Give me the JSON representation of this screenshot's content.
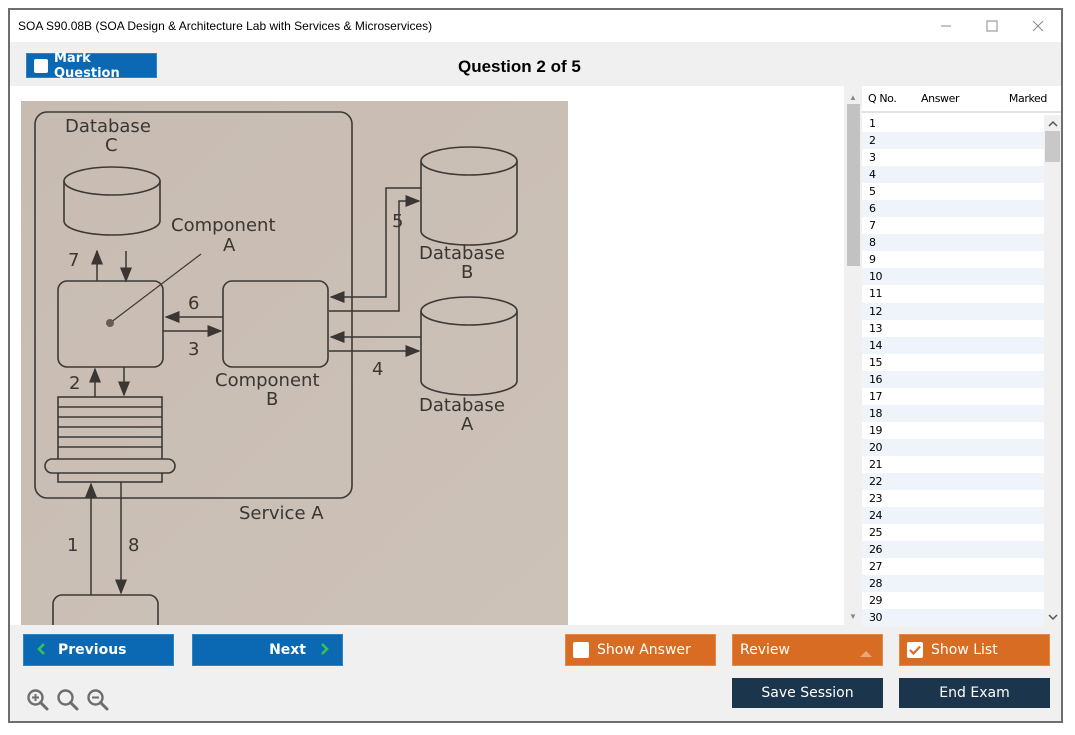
{
  "window": {
    "title": "SOA S90.08B (SOA Design & Architecture Lab with Services & Microservices)",
    "controls": {
      "minimize": "—",
      "maximize": "☐",
      "close": "✕"
    }
  },
  "toolbar": {
    "mark_question_label": "Mark Question",
    "mark_question_checked": false,
    "question_title": "Question 2 of 5"
  },
  "diagram": {
    "service_label": "Service A",
    "database_c": {
      "line1": "Database",
      "line2": "C"
    },
    "database_b": {
      "line1": "Database",
      "line2": "B"
    },
    "database_a": {
      "line1": "Database",
      "line2": "A"
    },
    "component_a": {
      "line1": "Component",
      "line2": "A"
    },
    "component_b": {
      "line1": "Component",
      "line2": "B"
    },
    "step_labels": [
      "1",
      "2",
      "3",
      "4",
      "5",
      "6",
      "7",
      "8"
    ]
  },
  "question_list": {
    "headers": {
      "qno": "Q No.",
      "answer": "Answer",
      "marked": "Marked"
    },
    "rows": [
      "1",
      "2",
      "3",
      "4",
      "5",
      "6",
      "7",
      "8",
      "9",
      "10",
      "11",
      "12",
      "13",
      "14",
      "15",
      "16",
      "17",
      "18",
      "19",
      "20",
      "21",
      "22",
      "23",
      "24",
      "25",
      "26",
      "27",
      "28",
      "29",
      "30"
    ]
  },
  "footer": {
    "previous_label": "Previous",
    "next_label": "Next",
    "show_answer_label": "Show Answer",
    "show_answer_checked": false,
    "review_label": "Review",
    "show_list_label": "Show List",
    "show_list_checked": true,
    "save_session_label": "Save Session",
    "end_exam_label": "End Exam"
  },
  "colors": {
    "primary_blue": "#0b69b3",
    "orange": "#d86c22",
    "dark_navy": "#1b354d",
    "arrow_green": "#38c05a"
  }
}
